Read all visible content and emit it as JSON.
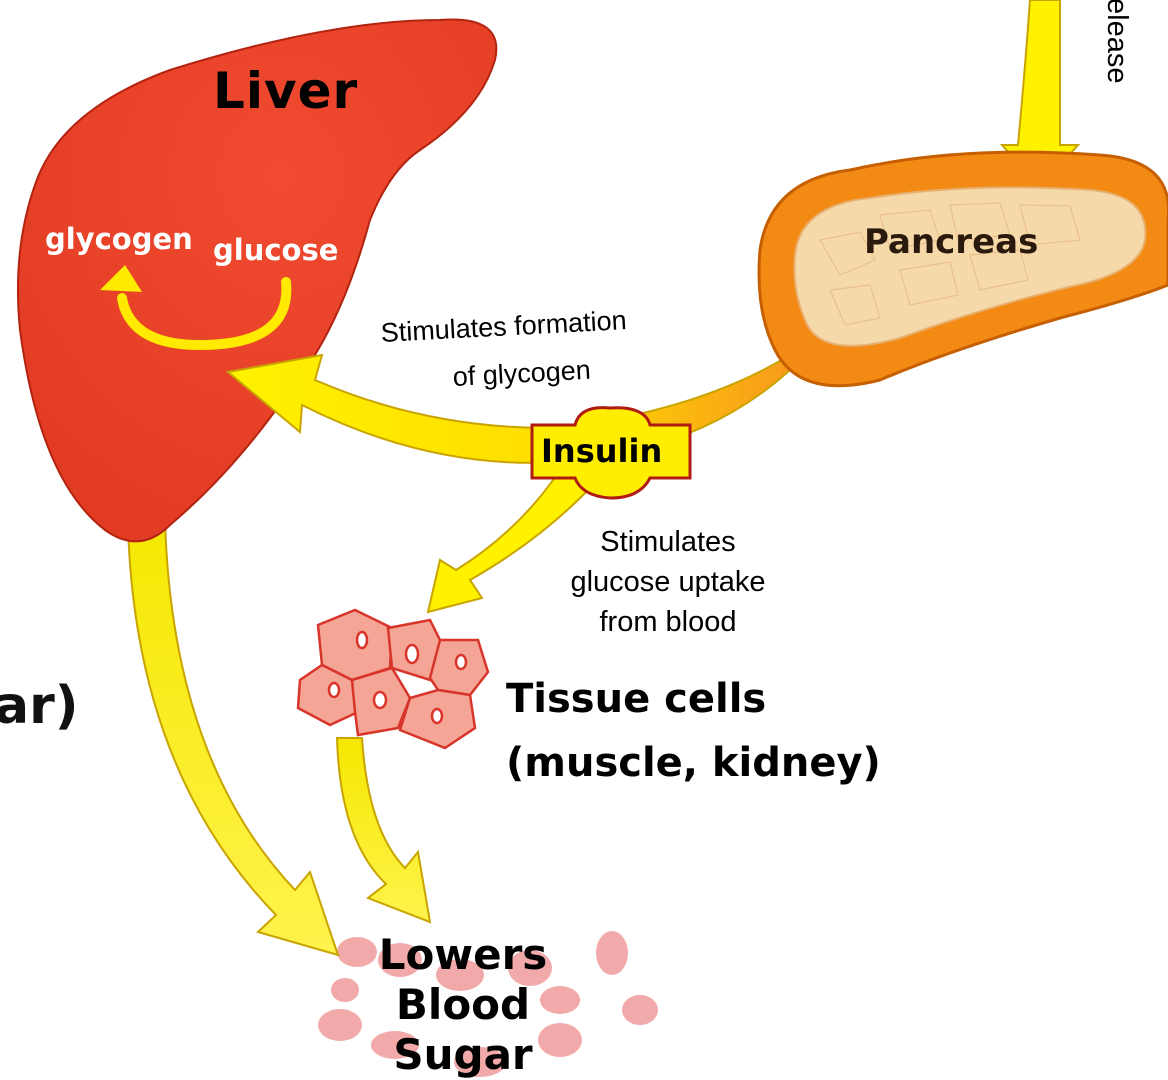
{
  "diagram": {
    "organs": {
      "liver": "Liver",
      "pancreas": "Pancreas",
      "tissue_line1": "Tissue cells",
      "tissue_line2": "(muscle, kidney)"
    },
    "liver_cycle": {
      "from": "glucose",
      "to": "glycogen"
    },
    "hormone": "Insulin",
    "top_arrow_label": "elease",
    "left_fragment": "ar)",
    "effects": {
      "liver_line1": "Stimulates formation",
      "liver_line2": "of glycogen",
      "tissue": "Stimulates glucose uptake from blood"
    },
    "outcome": "Lowers Blood Sugar"
  },
  "colors": {
    "liver": "#e8432a",
    "arrow_yellow": "#fff200",
    "arrow_edge": "#c9a400",
    "pancreas_outer": "#f38a14",
    "pancreas_inner": "#f6d9a8",
    "insulin_fill": "#ffee00",
    "insulin_border": "#b01c12",
    "tissue_cells": "#f5a596",
    "blood_cells": "#ef9b9b"
  }
}
